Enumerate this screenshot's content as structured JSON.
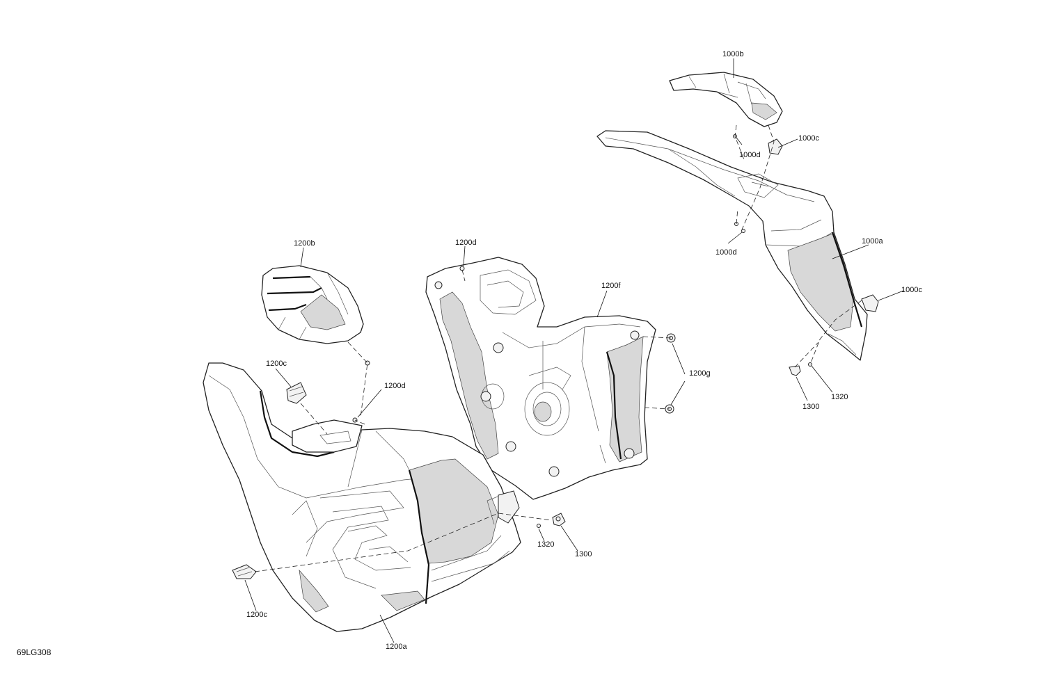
{
  "document_id": "69LG308",
  "callouts": {
    "c1000b": "1000b",
    "c1000c_top": "1000c",
    "c1000d_top": "1000d",
    "c1000d_mid": "1000d",
    "c1000a": "1000a",
    "c1000c_side": "1000c",
    "c1300_right": "1300",
    "c1320_right": "1320",
    "c1200b": "1200b",
    "c1200c_top": "1200c",
    "c1200d_left": "1200d",
    "c1200d_center": "1200d",
    "c1200f": "1200f",
    "c1200g": "1200g",
    "c1320_center": "1320",
    "c1300_center": "1300",
    "c1200c_bottom": "1200c",
    "c1200a": "1200a"
  },
  "colors": {
    "line": "#222222",
    "panel_fill": "#ffffff",
    "shade_fill": "#d8d8d8"
  }
}
